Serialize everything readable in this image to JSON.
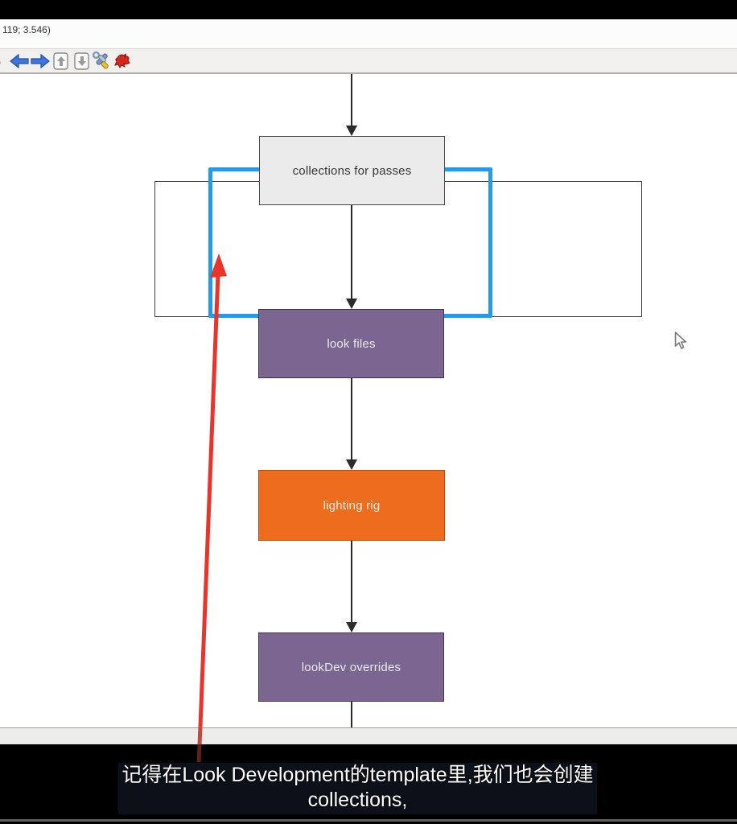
{
  "window": {
    "titlebar_text": "119; 3.546)"
  },
  "toolbar": {
    "icons": [
      {
        "name": "partial-yellow-icon"
      },
      {
        "name": "back-arrow-icon"
      },
      {
        "name": "forward-arrow-icon"
      },
      {
        "name": "page-up-icon"
      },
      {
        "name": "page-down-icon"
      },
      {
        "name": "tools-icon"
      },
      {
        "name": "dragon-icon"
      }
    ]
  },
  "diagram": {
    "nodes": [
      {
        "label": "collections for passes",
        "fill": "#ebebeb",
        "border": "#4a4a4a",
        "text": "#383838"
      },
      {
        "label": "look files",
        "fill": "#7b6691",
        "border": "#413352",
        "text": "#ece7f1"
      },
      {
        "label": "lighting rig",
        "fill": "#ed6c1e",
        "border": "#bc4a10",
        "text": "#faeee2"
      },
      {
        "label": "lookDev overrides",
        "fill": "#7b6691",
        "border": "#413352",
        "text": "#ece7f1"
      }
    ],
    "selection_color": "#1f9bef",
    "connector_color": "#2b2b2b",
    "annotation_arrow_color": "#e8342a",
    "annotation_arrow_mid": "#c04a3e",
    "annotation_arrow_dark": "#5f1f1a"
  },
  "subtitle": {
    "line1": "记得在Look Development的template里,我们也会创建",
    "line2": "collections,"
  }
}
